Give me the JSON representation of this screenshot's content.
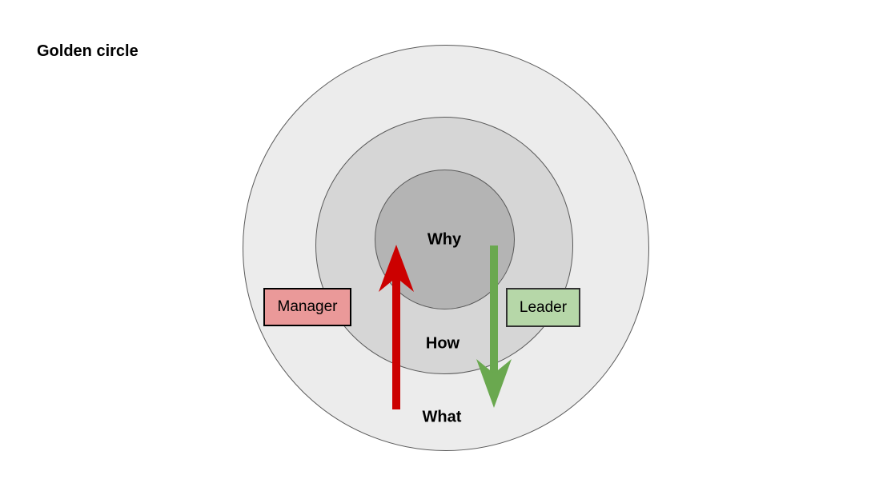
{
  "title": "Golden circle",
  "diagram": {
    "type": "concentric-circles",
    "background": "#ffffff",
    "stroke_color": "#595959",
    "rings": [
      {
        "label": "Why",
        "fill": "#b4b4b4"
      },
      {
        "label": "How",
        "fill": "#d6d6d6"
      },
      {
        "label": "What",
        "fill": "#ececec"
      }
    ],
    "arrows": [
      {
        "label": "Manager",
        "direction": "up",
        "color": "#cc0000",
        "box_fill": "#ea9999",
        "box_border": "#000000"
      },
      {
        "label": "Leader",
        "direction": "down",
        "color": "#6aa84f",
        "box_fill": "#b6d7a8",
        "box_border": "#333333"
      }
    ]
  }
}
